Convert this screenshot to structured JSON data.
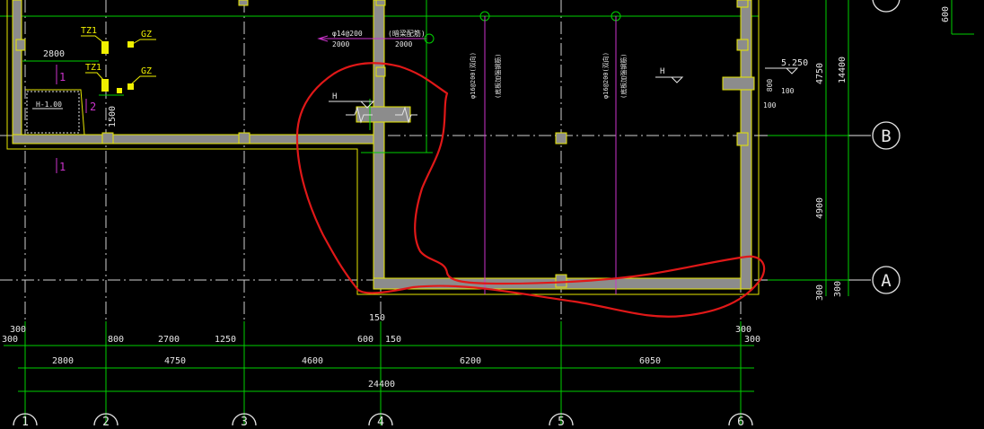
{
  "drawing": {
    "background_color": "#000000",
    "colors": {
      "wall": "#8c8c8c",
      "wall_edge": "#e6e600",
      "axis": "#e6e6e6",
      "dimension": "#00d000",
      "rebar": "#cc33cc",
      "text_yellow": "#f0f000",
      "markup": "#e01818"
    },
    "grid_labels": {
      "B": "B",
      "A": "A"
    },
    "bottom_axis_labels": [
      "1",
      "2",
      "3",
      "4",
      "5",
      "6"
    ],
    "dimensions": {
      "row1": [
        "300",
        "300",
        "800",
        "2700",
        "1250",
        "600",
        "150",
        "150",
        "300",
        "300"
      ],
      "row2": [
        "2800",
        "4750",
        "4600",
        "6200",
        "6050"
      ],
      "total": "24400",
      "right_vertical": [
        "4750",
        "4900",
        "14400",
        "300",
        "300",
        "600"
      ],
      "left_inner": [
        "2800",
        "1500"
      ],
      "misc": [
        "5.250",
        "800",
        "100",
        "100"
      ]
    },
    "annotations": {
      "tz1_a": "TZ1",
      "tz1_b": "TZ1",
      "gz_a": "GZ",
      "gz_b": "GZ",
      "section_1a": "1",
      "section_1b": "1",
      "section_2": "2",
      "level_h100": "H-1.00",
      "h_mark_1": "H",
      "h_mark_2": "H",
      "rebar_spec_top": "φ14@200",
      "rebar_note_top": "(暗梁配筋)",
      "rebar_dim_left": "2000",
      "rebar_dim_right": "2000",
      "vertical_rebar_1": "φ16@200(双向)",
      "vertical_rebar_1_note": "(底板加强钢筋)",
      "vertical_rebar_2": "φ16@200(双向)",
      "vertical_rebar_2_note": "(底板加强钢筋)"
    }
  }
}
